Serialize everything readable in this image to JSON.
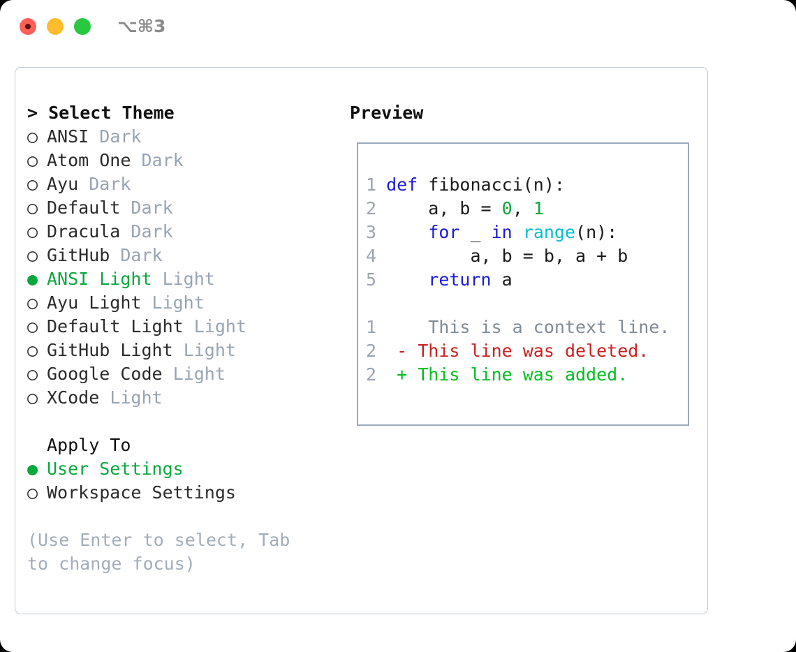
{
  "window": {
    "title": "⌥⌘3",
    "traffic_lights": [
      {
        "name": "close",
        "color": "#ff5f57"
      },
      {
        "name": "minimize",
        "color": "#ffbd2e"
      },
      {
        "name": "maximize",
        "color": "#28c840"
      }
    ]
  },
  "theme_picker": {
    "heading": "> Select Theme",
    "items": [
      {
        "bullet": "○",
        "label": "ANSI",
        "tag": "Dark",
        "selected": false
      },
      {
        "bullet": "○",
        "label": "Atom One",
        "tag": "Dark",
        "selected": false
      },
      {
        "bullet": "○",
        "label": "Ayu",
        "tag": "Dark",
        "selected": false
      },
      {
        "bullet": "○",
        "label": "Default",
        "tag": "Dark",
        "selected": false
      },
      {
        "bullet": "○",
        "label": "Dracula",
        "tag": "Dark",
        "selected": false
      },
      {
        "bullet": "○",
        "label": "GitHub",
        "tag": "Dark",
        "selected": false
      },
      {
        "bullet": "●",
        "label": "ANSI Light",
        "tag": "Light",
        "selected": true
      },
      {
        "bullet": "○",
        "label": "Ayu Light",
        "tag": "Light",
        "selected": false
      },
      {
        "bullet": "○",
        "label": "Default Light",
        "tag": "Light",
        "selected": false
      },
      {
        "bullet": "○",
        "label": "GitHub Light",
        "tag": "Light",
        "selected": false
      },
      {
        "bullet": "○",
        "label": "Google Code",
        "tag": "Light",
        "selected": false
      },
      {
        "bullet": "○",
        "label": "XCode",
        "tag": "Light",
        "selected": false
      }
    ]
  },
  "apply_to": {
    "label": "Apply To",
    "items": [
      {
        "bullet": "●",
        "label": "User Settings",
        "selected": true
      },
      {
        "bullet": "○",
        "label": "Workspace Settings",
        "selected": false
      }
    ]
  },
  "hint": "(Use Enter to select, Tab to change focus)",
  "preview": {
    "title": "Preview",
    "code_lines": [
      {
        "n": "1",
        "tokens": [
          {
            "t": "def ",
            "c": "kw"
          },
          {
            "t": "fibonacci(n):",
            "c": "plain"
          }
        ]
      },
      {
        "n": "2",
        "tokens": [
          {
            "t": "    a, b = ",
            "c": "plain"
          },
          {
            "t": "0",
            "c": "num"
          },
          {
            "t": ", ",
            "c": "plain"
          },
          {
            "t": "1",
            "c": "num"
          }
        ]
      },
      {
        "n": "3",
        "tokens": [
          {
            "t": "    ",
            "c": "plain"
          },
          {
            "t": "for",
            "c": "kw"
          },
          {
            "t": " _ ",
            "c": "plain"
          },
          {
            "t": "in",
            "c": "kw"
          },
          {
            "t": " ",
            "c": "plain"
          },
          {
            "t": "range",
            "c": "fn"
          },
          {
            "t": "(n):",
            "c": "plain"
          }
        ]
      },
      {
        "n": "4",
        "tokens": [
          {
            "t": "        a, b = b, a + b",
            "c": "plain"
          }
        ]
      },
      {
        "n": "5",
        "tokens": [
          {
            "t": "    ",
            "c": "plain"
          },
          {
            "t": "return",
            "c": "kw"
          },
          {
            "t": " a",
            "c": "plain"
          }
        ]
      }
    ],
    "diff_lines": [
      {
        "n": "1",
        "marker": " ",
        "text": "  This is a context line.",
        "kind": "ctx"
      },
      {
        "n": "2",
        "marker": "-",
        "text": " This line was deleted.",
        "kind": "del"
      },
      {
        "n": "2",
        "marker": "+",
        "text": " This line was added.",
        "kind": "add"
      }
    ]
  },
  "colors": {
    "accent_green": "#09a83c",
    "keyword_blue": "#1a1ae0",
    "function_cyan": "#00bcd4",
    "number_green": "#09a83c",
    "muted_gray": "#98a4b3",
    "line_number": "#9aa5b1",
    "diff_delete": "#cc1f1f",
    "diff_add": "#00bf1f",
    "panel_border": "#9aaabe",
    "card_border": "#c2cad6"
  }
}
